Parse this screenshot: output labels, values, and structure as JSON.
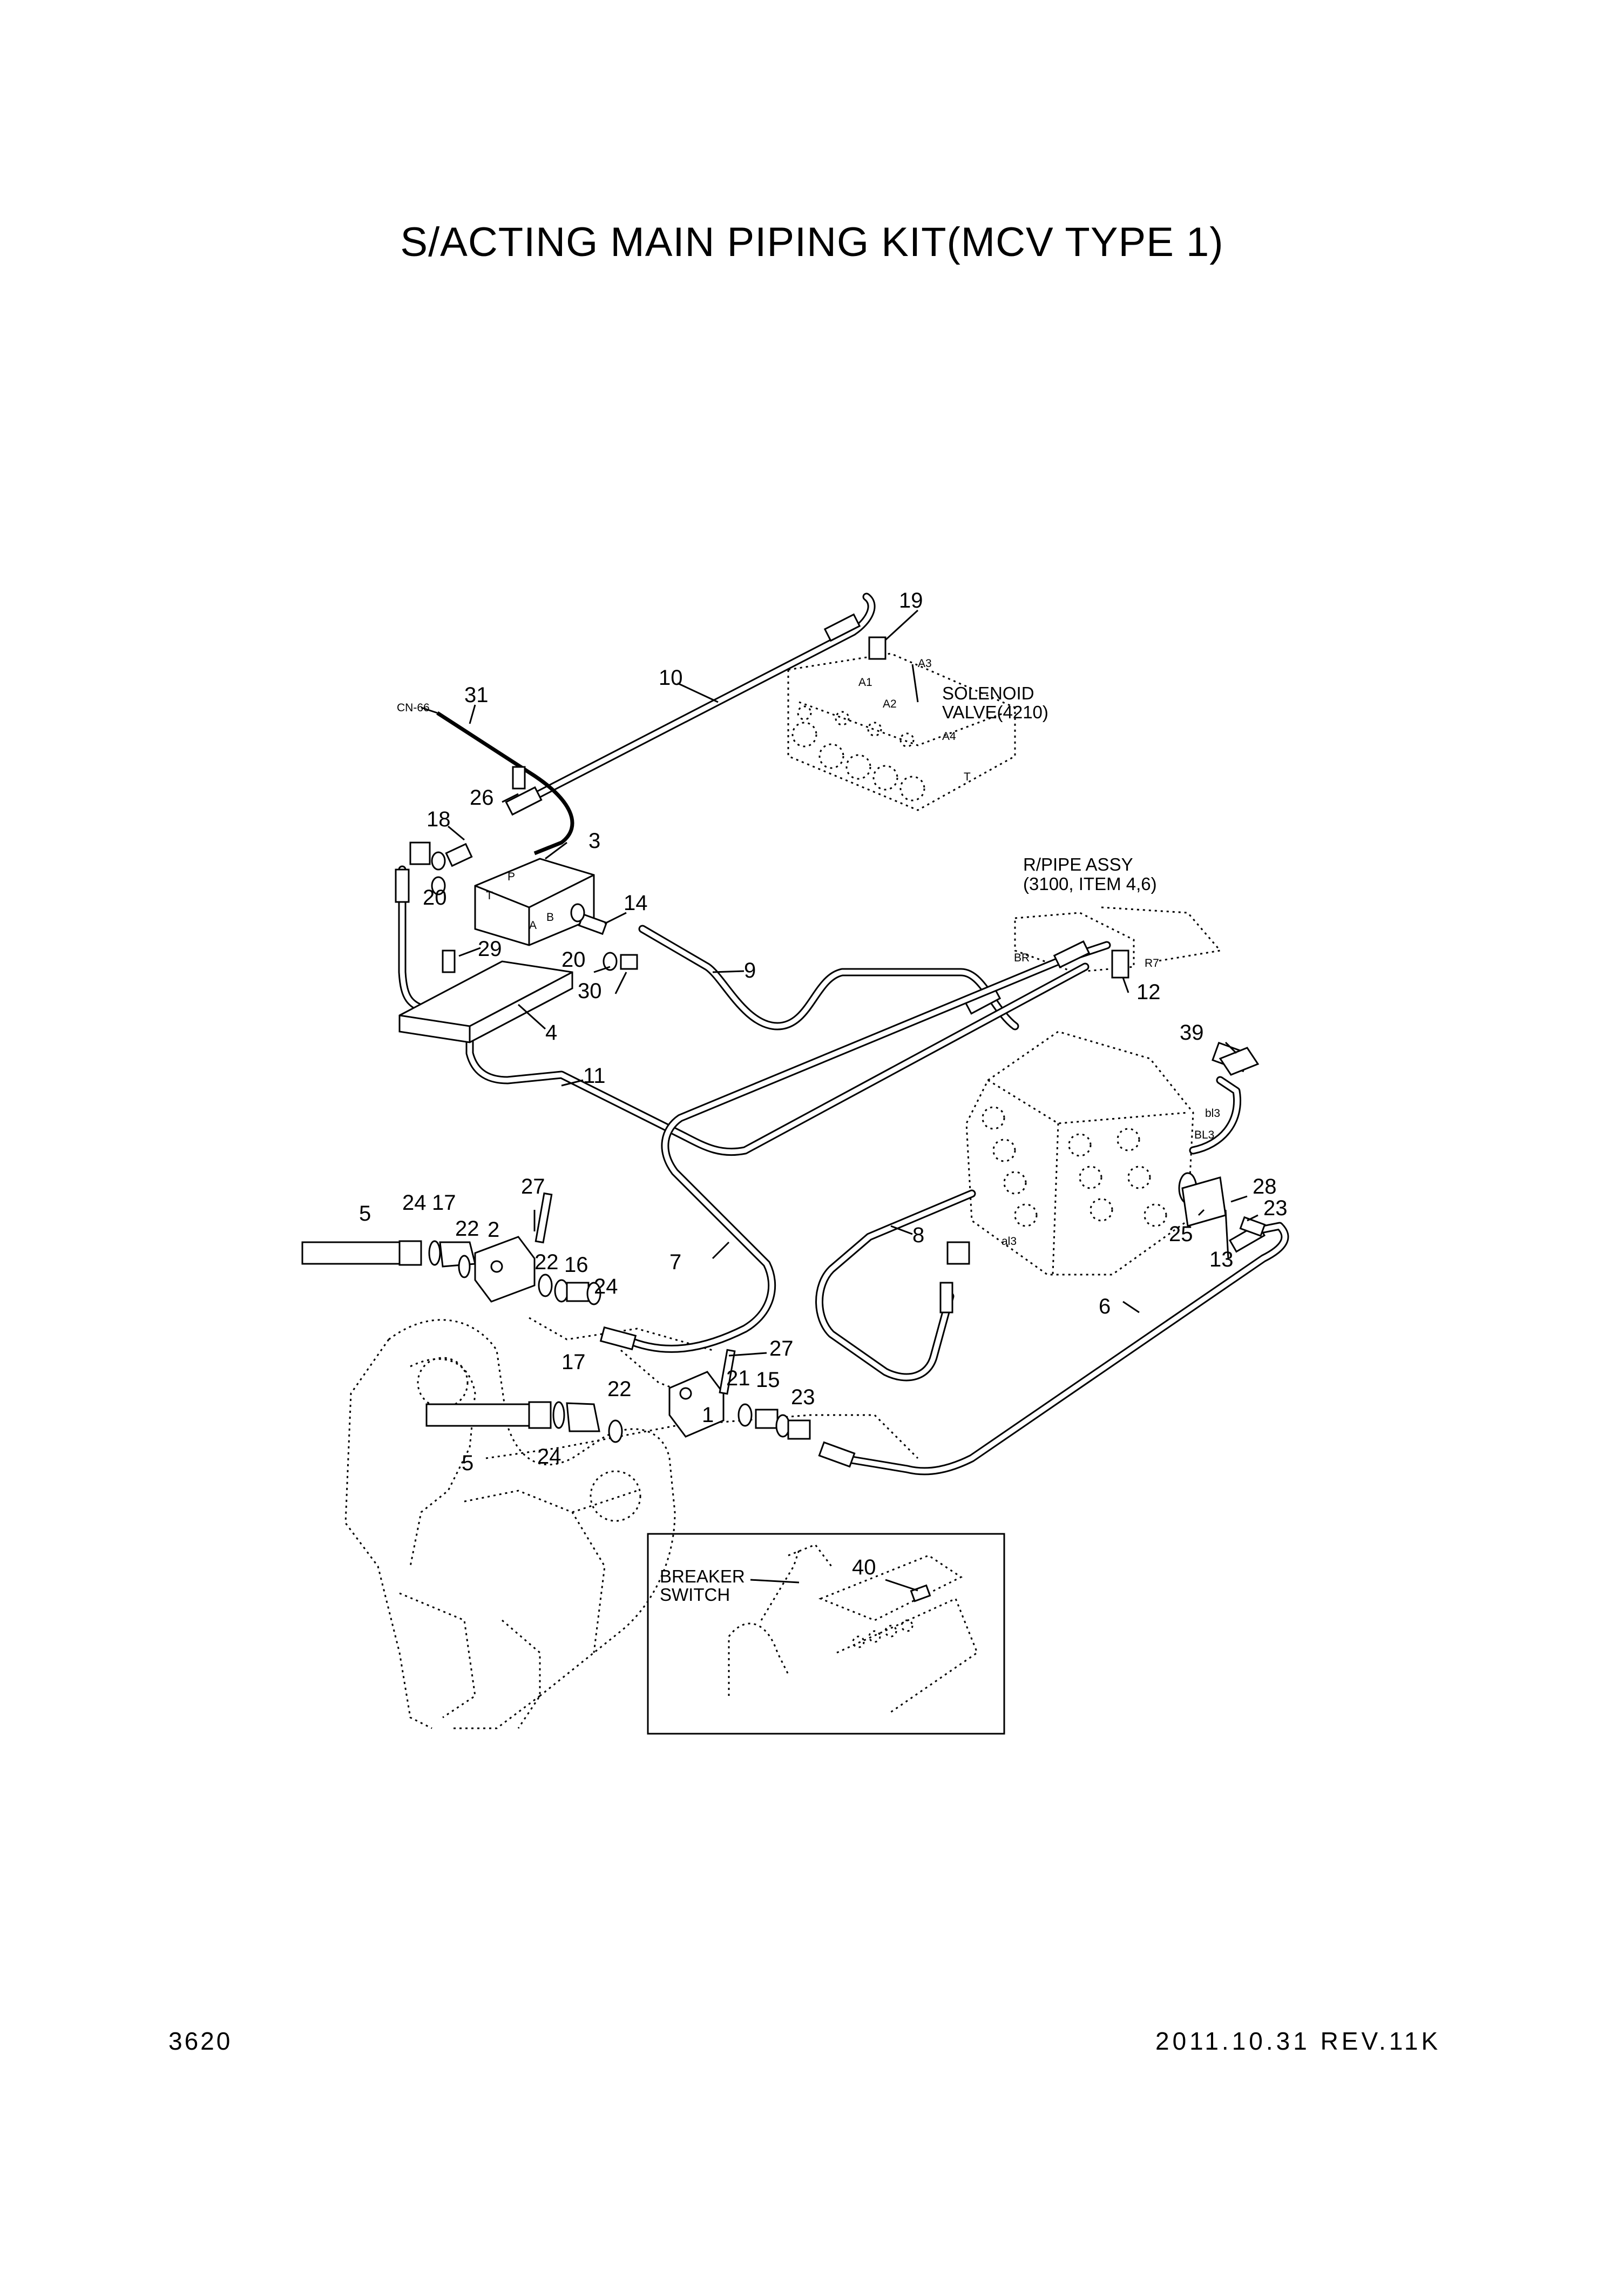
{
  "title": "S/ACTING MAIN PIPING KIT(MCV TYPE 1)",
  "page_number": "3620",
  "revision": "2011.10.31  REV.11K",
  "callouts": [
    "1",
    "2",
    "3",
    "4",
    "5",
    "5",
    "6",
    "7",
    "8",
    "9",
    "10",
    "11",
    "12",
    "13",
    "14",
    "15",
    "16",
    "17",
    "17",
    "18",
    "19",
    "20",
    "20",
    "21",
    "22",
    "22",
    "22",
    "23",
    "23",
    "24",
    "24",
    "24",
    "25",
    "26",
    "27",
    "27",
    "28",
    "29",
    "30",
    "31",
    "39",
    "40"
  ],
  "labels": {
    "solenoid_valve_line1": "SOLENOID",
    "solenoid_valve_line2": "VALVE(4210)",
    "rpipe_line1": "R/PIPE ASSY",
    "rpipe_line2": "(3100, ITEM 4,6)",
    "breaker_switch_line1": "BREAKER",
    "breaker_switch_line2": "SWITCH",
    "cn66": "CN-66",
    "port_a3": "A3",
    "port_br": "BR",
    "port_r7": "R7",
    "port_bl3_lower": "bl3",
    "port_bl3_upper": "BL3",
    "port_al3": "al3",
    "port_p": "P",
    "port_t": "T",
    "port_a": "A",
    "port_b": "B",
    "sol_a1": "A1",
    "sol_a2": "A2",
    "sol_a4": "A4",
    "sol_t": "T"
  }
}
